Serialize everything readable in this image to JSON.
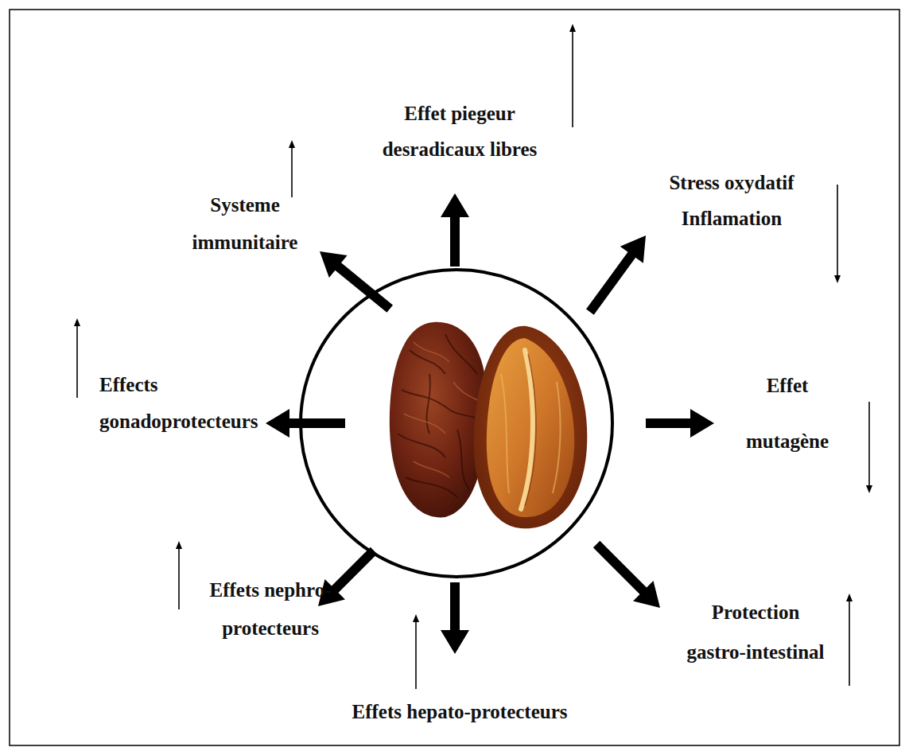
{
  "diagram": {
    "labels": [
      "Effet piegeur desradicaux libres",
      "Stress oxydatif Inflamation",
      "Systeme immunitaire",
      "Effects gonadoprotecteurs",
      "Effet mutagène",
      "Effets nephro-protecteurs",
      "Protection gastro-intestinal",
      "Effets hepato-protecteurs"
    ]
  }
}
